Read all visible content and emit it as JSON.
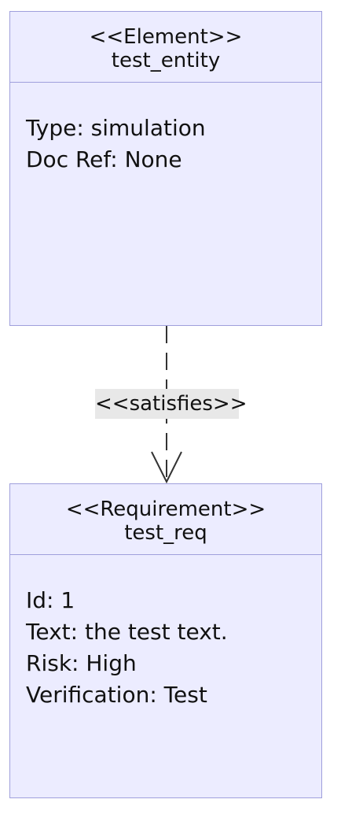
{
  "nodes": {
    "element": {
      "stereotype": "<<Element>>",
      "name": "test_entity",
      "attributes": [
        "Type: simulation",
        "Doc Ref: None"
      ]
    },
    "requirement": {
      "stereotype": "<<Requirement>>",
      "name": "test_req",
      "attributes": [
        "Id: 1",
        "Text: the test text.",
        "Risk: High",
        "Verification: Test"
      ]
    }
  },
  "edge": {
    "label": "<<satisfies>>",
    "from": "test_entity",
    "to": "test_req"
  },
  "colors": {
    "node_fill": "#ECECFF",
    "node_border": "#9F9FDC",
    "edge_stroke": "#333333",
    "label_background": "#E8E8E8"
  }
}
